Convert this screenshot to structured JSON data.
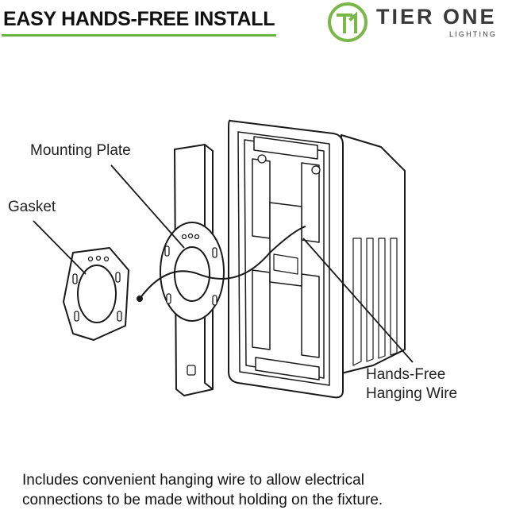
{
  "header": {
    "title": "EASY HANDS-FREE INSTALL",
    "rule_color": "#6ab43e"
  },
  "logo": {
    "name": "TIER ONE",
    "sub": "LIGHTING",
    "mark_letter": "T1",
    "brand_color": "#7ab648"
  },
  "labels": {
    "mounting_plate": "Mounting Plate",
    "gasket": "Gasket",
    "wire_line1": "Hands-Free",
    "wire_line2": "Hanging Wire"
  },
  "caption": {
    "line1": "Includes convenient hanging wire to allow electrical",
    "line2": "connections to be made without holding on the fixture."
  }
}
